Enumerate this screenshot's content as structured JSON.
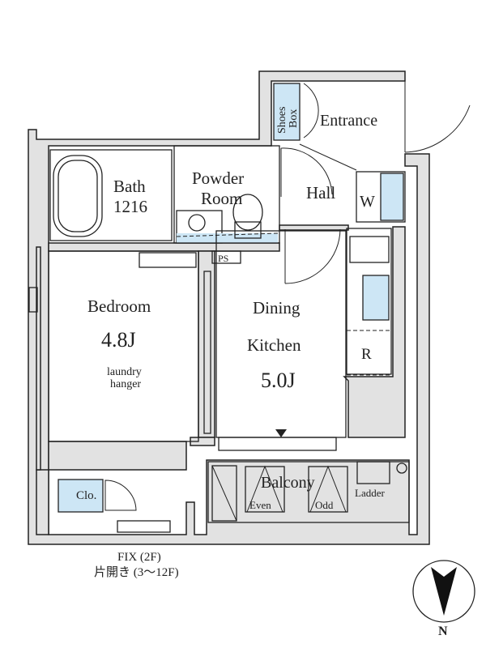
{
  "plan": {
    "rooms": {
      "bath": {
        "name": "Bath",
        "size": "1216"
      },
      "powder_room": {
        "line1": "Powder",
        "line2": "Room"
      },
      "entrance": "Entrance",
      "shoes_box": {
        "line1": "Shoes",
        "line2": "Box"
      },
      "hall": "Hall",
      "washer": "W",
      "ps": "PS",
      "bedroom": {
        "name": "Bedroom",
        "size": "4.8J"
      },
      "laundry": {
        "line1": "laundry",
        "line2": "hanger"
      },
      "dining_kitchen": {
        "line1": "Dining",
        "line2": "Kitchen",
        "size": "5.0J"
      },
      "refrigerator": "R",
      "closet": "Clo.",
      "balcony": "Balcony",
      "even": "Even",
      "odd": "Odd",
      "ladder": "Ladder"
    },
    "window_note": {
      "line1": "FIX (2F)",
      "line2": "片開き (3〜12F)"
    },
    "compass": "N"
  },
  "colors": {
    "wall": "#e2e2e2",
    "fixture": "#cde6f5"
  }
}
